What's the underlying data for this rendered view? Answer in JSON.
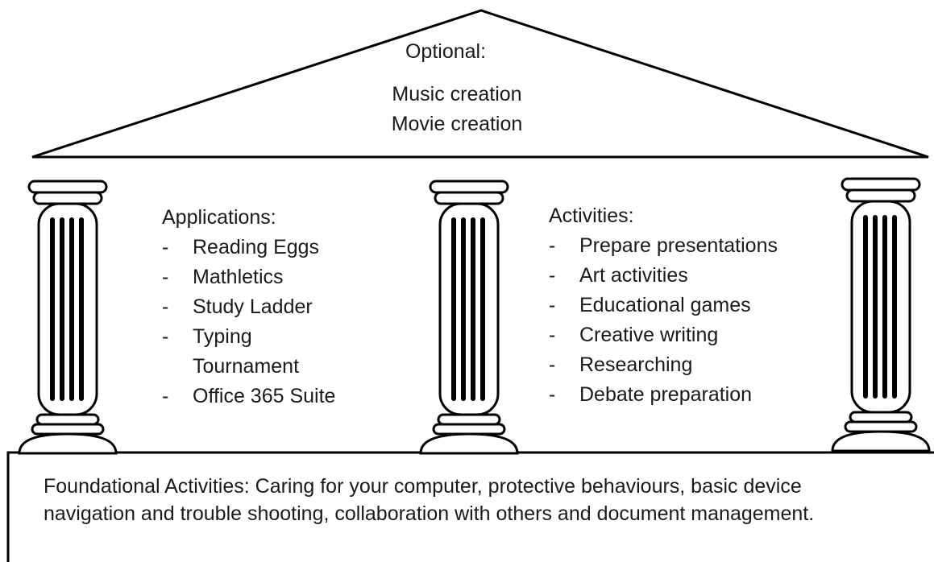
{
  "roof": {
    "heading": "Optional:",
    "items": [
      "Music creation",
      "Movie creation"
    ]
  },
  "applications": {
    "heading": "Applications:",
    "items": [
      "Reading Eggs",
      "Mathletics",
      "Study Ladder",
      "Typing Tournament",
      "Office 365 Suite"
    ]
  },
  "activities": {
    "heading": "Activities:",
    "items": [
      "Prepare presentations",
      "Art activities",
      "Educational games",
      "Creative writing",
      "Researching",
      "Debate preparation"
    ]
  },
  "foundation": {
    "text": "Foundational Activities: Caring for your computer, protective behaviours, basic device navigation and trouble shooting,  collaboration with others and document management."
  },
  "bullet_glyph": "-"
}
